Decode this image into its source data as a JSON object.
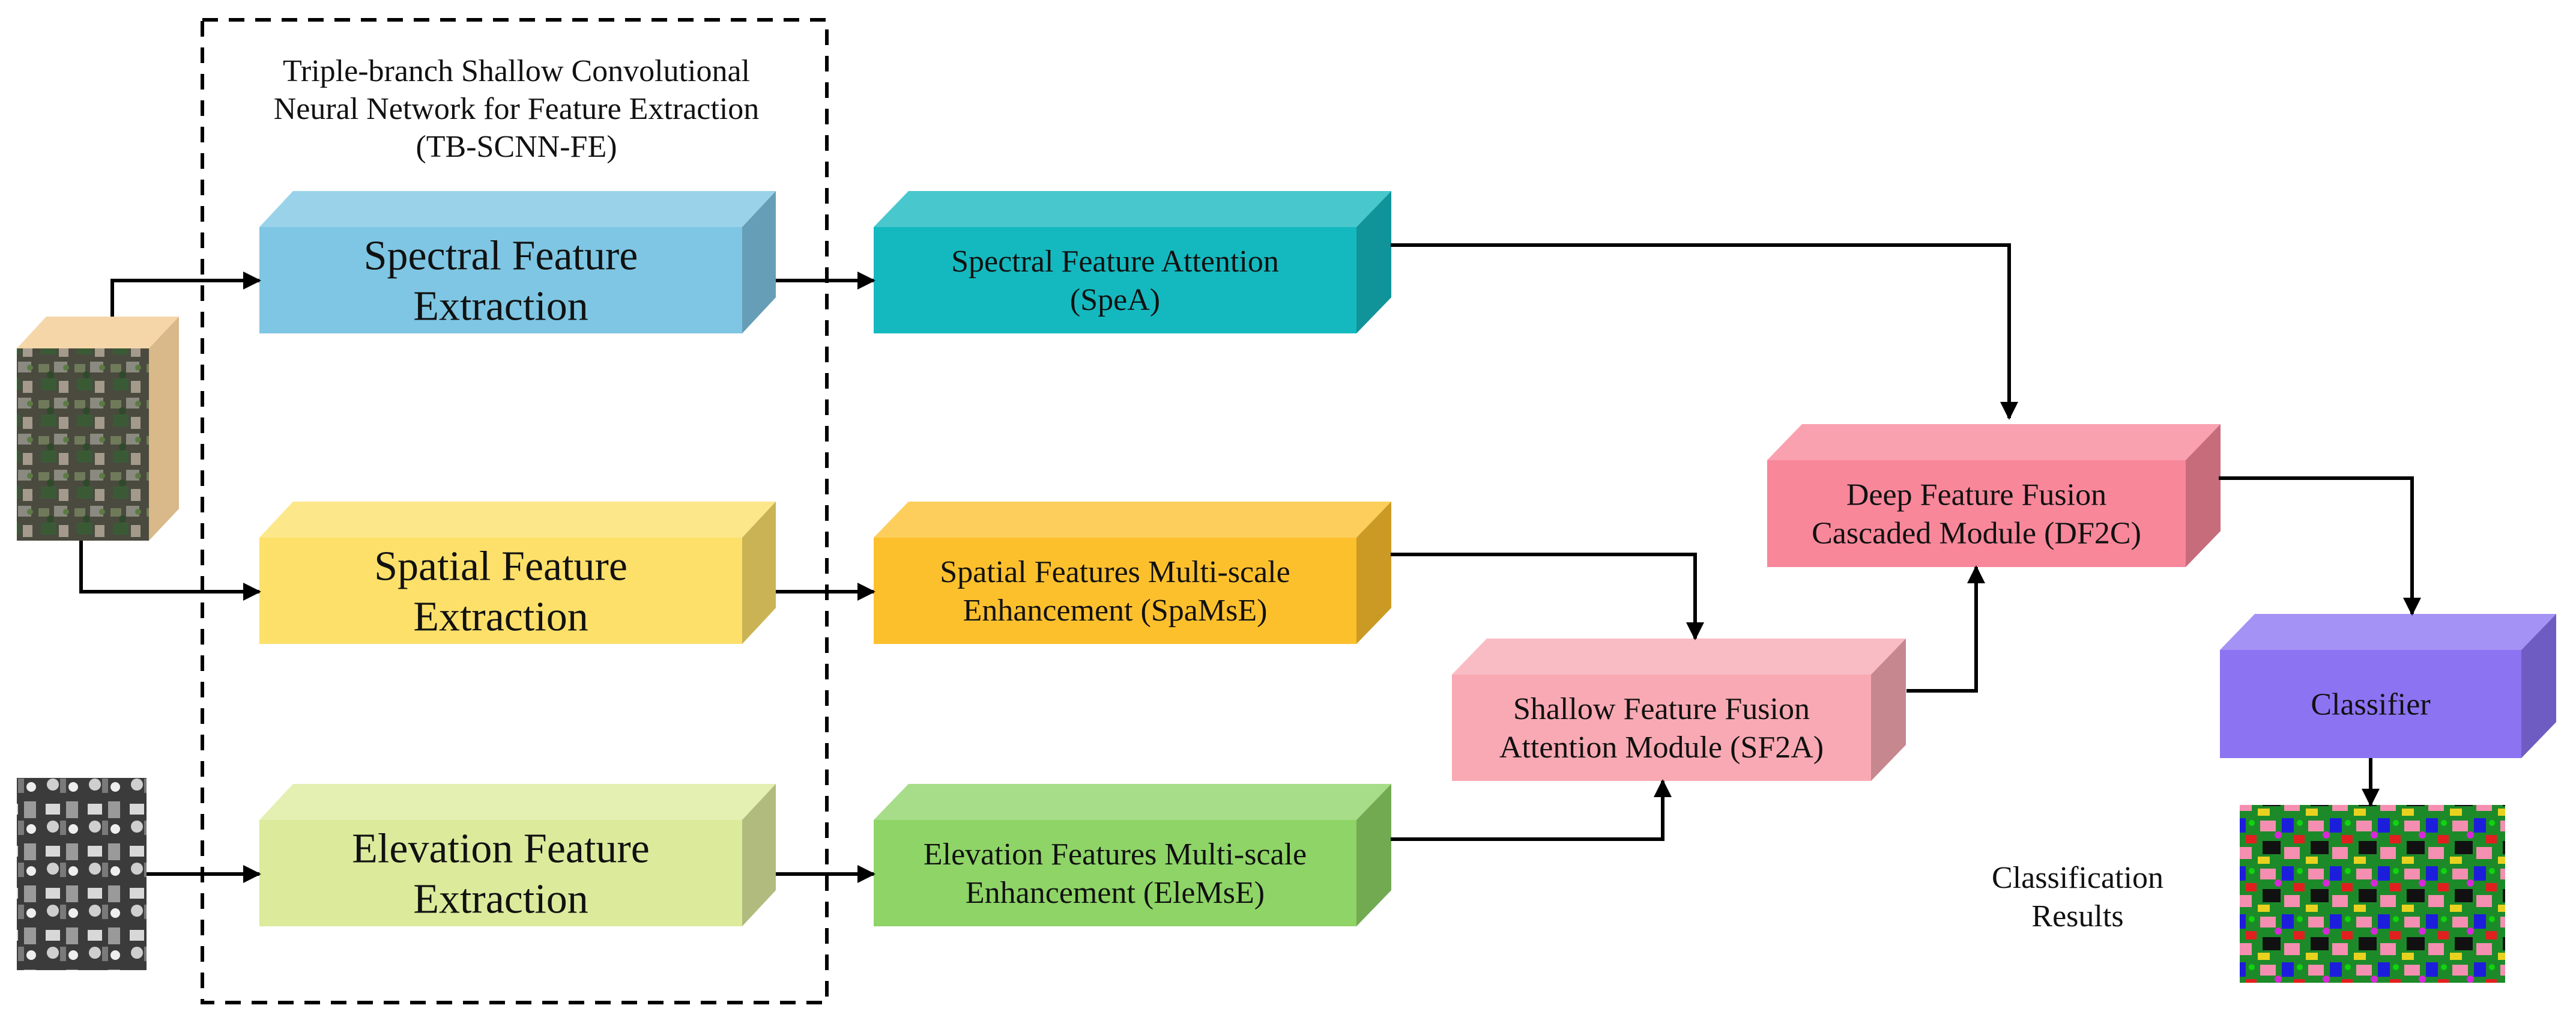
{
  "tbscnn": {
    "title_lines": [
      "Triple-branch Shallow Convolutional",
      "Neural Network for Feature Extraction",
      "(TB-SCNN-FE)"
    ]
  },
  "blocks": {
    "spectral_extraction": {
      "lines": [
        "Spectral Feature",
        "Extraction"
      ],
      "color": "#7ec6e3"
    },
    "spatial_extraction": {
      "lines": [
        "Spatial Feature",
        "Extraction"
      ],
      "color": "#fde06a"
    },
    "elevation_extraction": {
      "lines": [
        "Elevation Feature",
        "Extraction"
      ],
      "color": "#dcea9c"
    },
    "spea": {
      "lines": [
        "Spectral Feature Attention",
        "(SpeA)"
      ],
      "color": "#14b9bf"
    },
    "spamse": {
      "lines": [
        "Spatial Features Multi-scale",
        "Enhancement  (SpaMsE)"
      ],
      "color": "#fdc02d"
    },
    "elemse": {
      "lines": [
        "Elevation Features Multi-scale",
        "Enhancement (EleMsE)"
      ],
      "color": "#8ed467"
    },
    "sf2a": {
      "lines": [
        "Shallow Feature Fusion",
        "Attention Module (SF2A)"
      ],
      "color": "#f9a9b3"
    },
    "df2c": {
      "lines": [
        "Deep Feature Fusion",
        "Cascaded Module (DF2C)"
      ],
      "color": "#f8879a"
    },
    "classifier": {
      "lines": [
        "Classifier"
      ],
      "color": "#8b73f2"
    }
  },
  "results_label": [
    "Classification",
    "Results"
  ]
}
